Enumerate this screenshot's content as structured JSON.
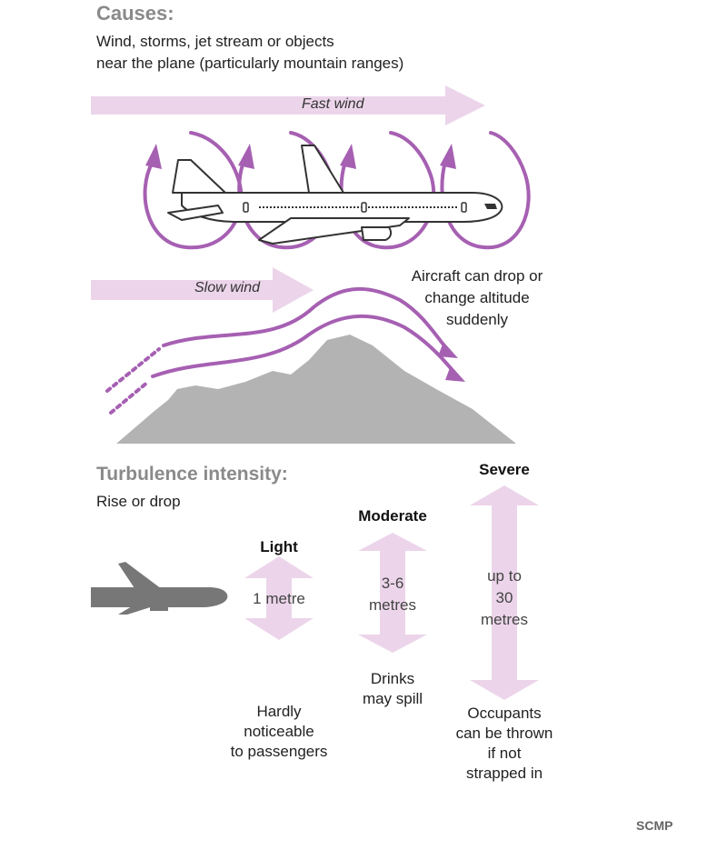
{
  "causes": {
    "heading": "Causes:",
    "desc_line1": "Wind, storms, jet stream or objects",
    "desc_line2": "near the plane (particularly mountain ranges)"
  },
  "winds": {
    "fast": "Fast wind",
    "slow": "Slow wind"
  },
  "aircraft_note": {
    "line1": "Aircraft can drop or",
    "line2": "change altitude",
    "line3": "suddenly"
  },
  "intensity": {
    "heading": "Turbulence intensity:",
    "desc": "Rise or drop",
    "levels": [
      {
        "name": "Light",
        "magnitude": [
          "1 metre"
        ],
        "effect": [
          "Hardly",
          "noticeable",
          "to passengers"
        ]
      },
      {
        "name": "Moderate",
        "magnitude": [
          "3-6",
          "metres"
        ],
        "effect": [
          "Drinks",
          "may spill"
        ]
      },
      {
        "name": "Severe",
        "magnitude": [
          "up to",
          "30",
          "metres"
        ],
        "effect": [
          "Occupants",
          "can be thrown",
          "if not",
          "strapped in"
        ]
      }
    ]
  },
  "credit": "SCMP",
  "colors": {
    "arrow_pink": "#ecd5ea",
    "swirl_purple": "#a660b2",
    "mountain_gray": "#b3b3b3",
    "plane_gray": "#777777"
  }
}
